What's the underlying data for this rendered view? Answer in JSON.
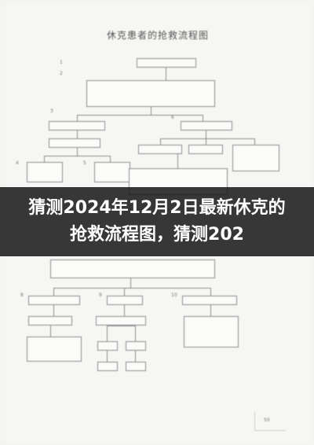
{
  "banner": {
    "headline": "猜测2024年12月2日最新休克的抢救流程图，猜测202"
  },
  "document": {
    "title": "休克患者的抢救流程图",
    "page_number": "50"
  }
}
